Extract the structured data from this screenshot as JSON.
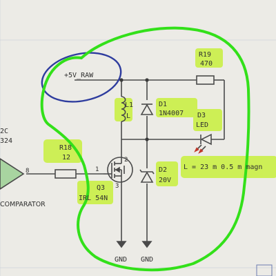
{
  "labels": {
    "rail": "+5V_RAW",
    "r19_ref": "R19",
    "r19_val": "470",
    "l1_ref": "L1",
    "l1_val": "L",
    "d1_ref": "D1",
    "d1_val": "1N4007",
    "d3_ref": "D3",
    "d3_val": "LED",
    "r18_ref": "R18",
    "r18_val": "12",
    "net_8": "8",
    "net_1": "1",
    "net_2": "2",
    "net_3": "3",
    "q3_ref": "Q3",
    "q3_val": "IRL 54N",
    "d2_ref": "D2",
    "d2_val": "20V",
    "coil_note": "L = 23 m 0.5 m magn",
    "u_ref_partial": "2C",
    "u_val_partial": "324",
    "comparator": "COMPARATOR",
    "gnd_left": "GND",
    "gnd_right": "GND"
  },
  "colors": {
    "paper": "#ecebe6",
    "grid": "#c9ced6",
    "ink": "#4a4a4a",
    "marker_green": "#33e01a",
    "marker_blue": "#2e3c9e",
    "highlight": "#c6f23a",
    "opamp": "#9fcf9a"
  }
}
